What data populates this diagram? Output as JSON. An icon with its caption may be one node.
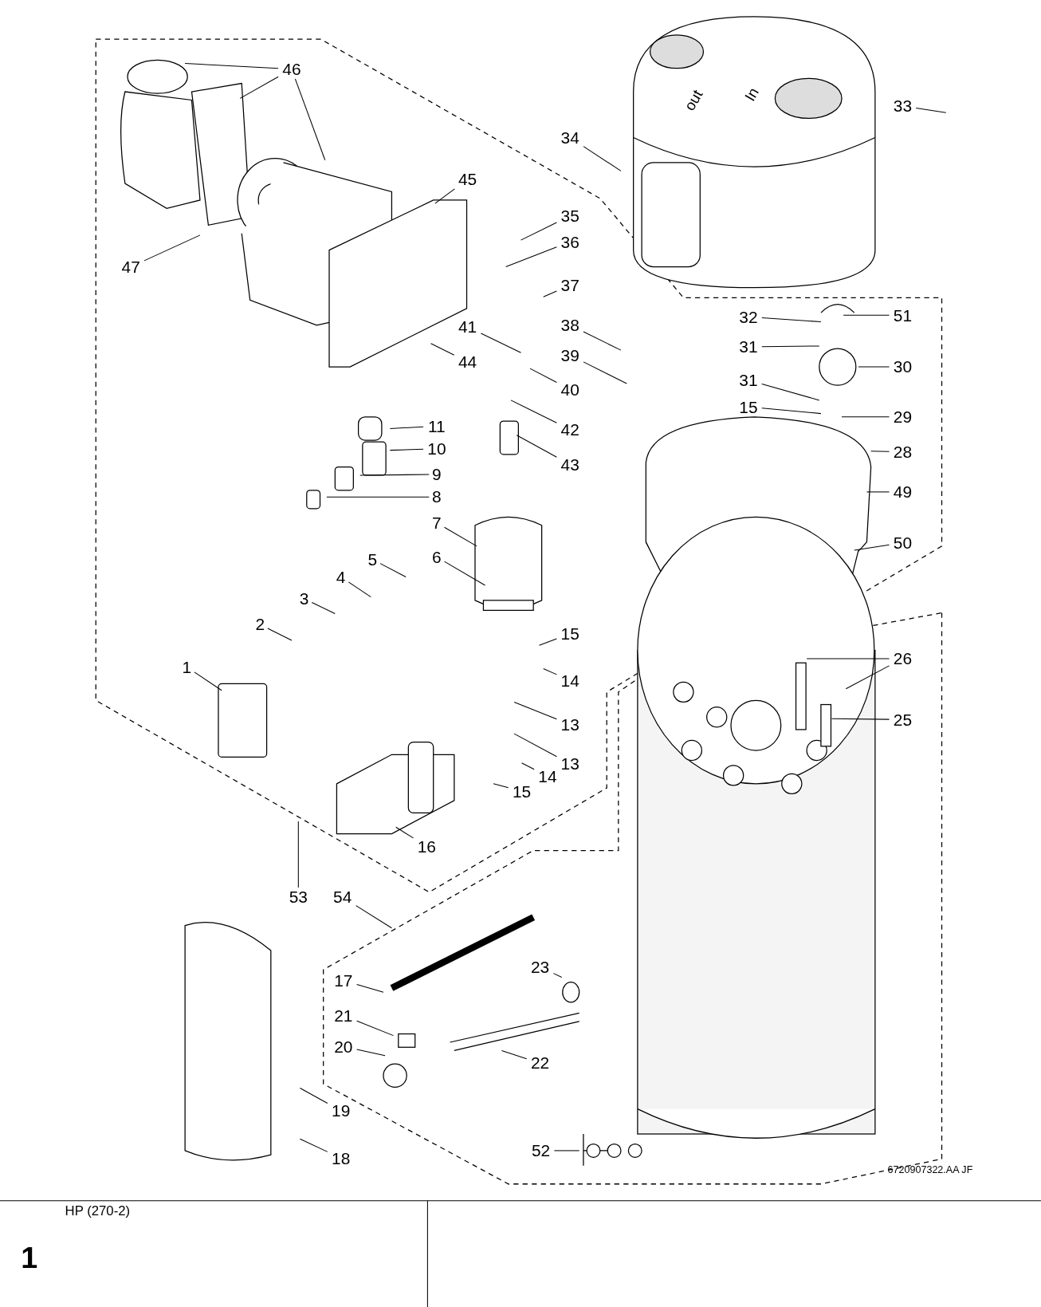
{
  "diagram": {
    "nodes": [
      {
        "text": [
          "46"
        ]
      },
      {
        "text": [
          "33"
        ]
      },
      {
        "text": [
          "34"
        ]
      },
      {
        "text": [
          "45"
        ]
      },
      {
        "text": [
          "35"
        ]
      },
      {
        "text": [
          "36"
        ]
      },
      {
        "text": [
          "47"
        ]
      },
      {
        "text": [
          "37"
        ]
      },
      {
        "text": [
          "51"
        ]
      },
      {
        "text": [
          "32"
        ]
      },
      {
        "text": [
          "38"
        ]
      },
      {
        "text": [
          "41"
        ]
      },
      {
        "text": [
          "31"
        ]
      },
      {
        "text": [
          "30"
        ]
      },
      {
        "text": [
          "44"
        ]
      },
      {
        "text": [
          "39"
        ]
      },
      {
        "text": [
          "40"
        ]
      },
      {
        "text": [
          "31"
        ]
      },
      {
        "text": [
          "15"
        ]
      },
      {
        "text": [
          "42"
        ]
      },
      {
        "text": [
          "29"
        ]
      },
      {
        "text": [
          "11"
        ]
      },
      {
        "text": [
          "10"
        ]
      },
      {
        "text": [
          "28"
        ]
      },
      {
        "text": [
          "43"
        ]
      },
      {
        "text": [
          "9"
        ]
      },
      {
        "text": [
          "49"
        ]
      },
      {
        "text": [
          "8"
        ]
      },
      {
        "text": [
          "7"
        ]
      },
      {
        "text": [
          "50"
        ]
      },
      {
        "text": [
          "5"
        ]
      },
      {
        "text": [
          "6"
        ]
      },
      {
        "text": [
          "4"
        ]
      },
      {
        "text": [
          "3"
        ]
      },
      {
        "text": [
          "15"
        ]
      },
      {
        "text": [
          "2"
        ]
      },
      {
        "text": [
          "26"
        ]
      },
      {
        "text": [
          "1"
        ]
      },
      {
        "text": [
          "14"
        ]
      },
      {
        "text": [
          "13"
        ]
      },
      {
        "text": [
          "25"
        ]
      },
      {
        "text": [
          "13"
        ]
      },
      {
        "text": [
          "14"
        ]
      },
      {
        "text": [
          "15"
        ]
      },
      {
        "text": [
          "16"
        ]
      },
      {
        "text": [
          "53"
        ]
      },
      {
        "text": [
          "54"
        ]
      },
      {
        "text": [
          "23"
        ]
      },
      {
        "text": [
          "17"
        ]
      },
      {
        "text": [
          "21"
        ]
      },
      {
        "text": [
          "20"
        ]
      },
      {
        "text": [
          "22"
        ]
      },
      {
        "text": [
          "19"
        ]
      },
      {
        "text": [
          "52"
        ]
      },
      {
        "text": [
          "18"
        ]
      }
    ],
    "edges": [
      {
        "from": 0,
        "to": null,
        "arrow": "none"
      },
      {
        "from": 0,
        "to": null,
        "arrow": "none"
      },
      {
        "from": 0,
        "to": null,
        "arrow": "none"
      },
      {
        "from": 1,
        "to": null,
        "arrow": "none"
      },
      {
        "from": 2,
        "to": null,
        "arrow": "none"
      },
      {
        "from": 3,
        "to": null,
        "arrow": "none"
      },
      {
        "from": 4,
        "to": null,
        "arrow": "none"
      },
      {
        "from": 5,
        "to": null,
        "arrow": "none"
      },
      {
        "from": 6,
        "to": null,
        "arrow": "none"
      },
      {
        "from": 7,
        "to": null,
        "arrow": "none"
      },
      {
        "from": 8,
        "to": null,
        "arrow": "none"
      },
      {
        "from": 9,
        "to": null,
        "arrow": "none"
      },
      {
        "from": 10,
        "to": null,
        "arrow": "none"
      },
      {
        "from": 11,
        "to": null,
        "arrow": "none"
      },
      {
        "from": 12,
        "to": null,
        "arrow": "none"
      },
      {
        "from": 13,
        "to": null,
        "arrow": "none"
      },
      {
        "from": 14,
        "to": null,
        "arrow": "none"
      },
      {
        "from": 15,
        "to": null,
        "arrow": "none"
      },
      {
        "from": 16,
        "to": null,
        "arrow": "none"
      },
      {
        "from": 17,
        "to": null,
        "arrow": "none"
      },
      {
        "from": 18,
        "to": null,
        "arrow": "none"
      },
      {
        "from": 19,
        "to": null,
        "arrow": "none"
      },
      {
        "from": 20,
        "to": null,
        "arrow": "none"
      },
      {
        "from": 21,
        "to": null,
        "arrow": "none"
      },
      {
        "from": 22,
        "to": null,
        "arrow": "none"
      },
      {
        "from": 23,
        "to": null,
        "arrow": "none"
      },
      {
        "from": 24,
        "to": null,
        "arrow": "none"
      },
      {
        "from": 25,
        "to": null,
        "arrow": "none"
      },
      {
        "from": 26,
        "to": null,
        "arrow": "none"
      },
      {
        "from": 27,
        "to": null,
        "arrow": "none"
      },
      {
        "from": 28,
        "to": null,
        "arrow": "none"
      },
      {
        "from": 29,
        "to": null,
        "arrow": "none"
      },
      {
        "from": 30,
        "to": null,
        "arrow": "none"
      },
      {
        "from": 31,
        "to": null,
        "arrow": "none"
      },
      {
        "from": 32,
        "to": null,
        "arrow": "none"
      },
      {
        "from": 33,
        "to": null,
        "arrow": "none"
      },
      {
        "from": 34,
        "to": null,
        "arrow": "none"
      },
      {
        "from": 35,
        "to": null,
        "arrow": "none"
      },
      {
        "from": 36,
        "to": null,
        "arrow": "none"
      },
      {
        "from": 36,
        "to": null,
        "arrow": "none"
      },
      {
        "from": 37,
        "to": null,
        "arrow": "none"
      },
      {
        "from": 38,
        "to": null,
        "arrow": "none"
      },
      {
        "from": 39,
        "to": null,
        "arrow": "none"
      },
      {
        "from": 40,
        "to": null,
        "arrow": "none"
      },
      {
        "from": 41,
        "to": null,
        "arrow": "none"
      },
      {
        "from": 42,
        "to": null,
        "arrow": "none"
      },
      {
        "from": 43,
        "to": null,
        "arrow": "none"
      },
      {
        "from": 44,
        "to": null,
        "arrow": "none"
      },
      {
        "from": 45,
        "to": null,
        "arrow": "none"
      },
      {
        "from": 46,
        "to": null,
        "arrow": "none"
      },
      {
        "from": 47,
        "to": null,
        "arrow": "none"
      },
      {
        "from": 48,
        "to": null,
        "arrow": "none"
      },
      {
        "from": 49,
        "to": null,
        "arrow": "none"
      },
      {
        "from": 50,
        "to": null,
        "arrow": "none"
      },
      {
        "from": 51,
        "to": null,
        "arrow": "none"
      },
      {
        "from": 52,
        "to": null,
        "arrow": "none"
      },
      {
        "from": 53,
        "to": null,
        "arrow": "none"
      },
      {
        "from": 54,
        "to": null,
        "arrow": "none"
      }
    ],
    "labels": [
      "out",
      "In",
      "6720907322.AA JF",
      "HP (270-2)",
      "1"
    ]
  }
}
